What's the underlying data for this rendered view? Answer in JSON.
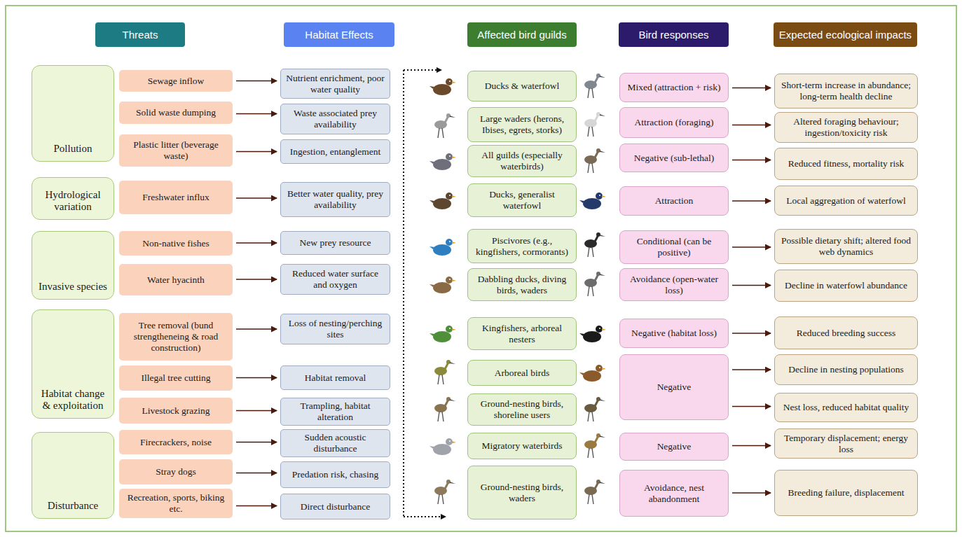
{
  "diagram": {
    "nodes": [
      {
        "text": [
          "Threats"
        ]
      },
      {
        "text": [
          "Habitat Effects"
        ]
      },
      {
        "text": [
          "Affected bird guilds"
        ]
      },
      {
        "text": [
          "Bird responses"
        ]
      },
      {
        "text": [
          "Expected ecological impacts"
        ]
      },
      {
        "text": [
          "Pollution"
        ]
      },
      {
        "text": [
          "Hydrological variation"
        ]
      },
      {
        "text": [
          "Invasive species"
        ]
      },
      {
        "text": [
          "Habitat change & exploitation"
        ]
      },
      {
        "text": [
          "Disturbance"
        ]
      },
      {
        "text": [
          "Sewage inflow"
        ]
      },
      {
        "text": [
          "Solid waste dumping"
        ]
      },
      {
        "text": [
          "Plastic litter (beverage waste)"
        ]
      },
      {
        "text": [
          "Freshwater influx"
        ]
      },
      {
        "text": [
          "Non-native fishes"
        ]
      },
      {
        "text": [
          "Water hyacinth"
        ]
      },
      {
        "text": [
          "Tree removal (bund strengtheneing & road construction)"
        ]
      },
      {
        "text": [
          "Illegal tree cutting"
        ]
      },
      {
        "text": [
          "Livestock grazing"
        ]
      },
      {
        "text": [
          "Firecrackers, noise"
        ]
      },
      {
        "text": [
          "Stray dogs"
        ]
      },
      {
        "text": [
          "Recreation, sports, biking etc."
        ]
      },
      {
        "text": [
          "Nutrient enrichment, poor water quality"
        ]
      },
      {
        "text": [
          "Waste associated prey availability"
        ]
      },
      {
        "text": [
          "Ingestion, entanglement"
        ]
      },
      {
        "text": [
          "Better water quality, prey availability"
        ]
      },
      {
        "text": [
          "New prey resource"
        ]
      },
      {
        "text": [
          "Reduced water surface and oxygen"
        ]
      },
      {
        "text": [
          "Loss of nesting/perching sites"
        ]
      },
      {
        "text": [
          "Habitat removal"
        ]
      },
      {
        "text": [
          "Trampling, habitat alteration"
        ]
      },
      {
        "text": [
          "Sudden acoustic disturbance"
        ]
      },
      {
        "text": [
          "Predation risk, chasing"
        ]
      },
      {
        "text": [
          "Direct disturbance"
        ]
      },
      {
        "text": [
          "Ducks & waterfowl"
        ]
      },
      {
        "text": [
          "Large waders (herons, Ibises, egrets, storks)"
        ]
      },
      {
        "text": [
          "All guilds (especially waterbirds)"
        ]
      },
      {
        "text": [
          "Ducks, generalist waterfowl"
        ]
      },
      {
        "text": [
          "Piscivores (e.g., kingfishers, cormorants)"
        ]
      },
      {
        "text": [
          "Dabbling ducks, diving birds, waders"
        ]
      },
      {
        "text": [
          "Kingfishers, arboreal nesters"
        ]
      },
      {
        "text": [
          "Arboreal birds"
        ]
      },
      {
        "text": [
          "Ground-nesting birds, shoreline users"
        ]
      },
      {
        "text": [
          "Migratory waterbirds"
        ]
      },
      {
        "text": [
          "Ground-nesting birds, waders"
        ]
      },
      {
        "text": [
          "Mixed (attraction + risk)"
        ]
      },
      {
        "text": [
          "Attraction (foraging)"
        ]
      },
      {
        "text": [
          "Negative (sub-lethal)"
        ]
      },
      {
        "text": [
          "Attraction"
        ]
      },
      {
        "text": [
          "Conditional (can be positive)"
        ]
      },
      {
        "text": [
          "Avoidance (open-water loss)"
        ]
      },
      {
        "text": [
          "Negative (habitat loss)"
        ]
      },
      {
        "text": [
          "Negative"
        ]
      },
      {
        "text": [
          "Negative"
        ]
      },
      {
        "text": [
          "Avoidance, nest abandonment"
        ]
      },
      {
        "text": [
          "Short-term increase in abundance; long-term health decline"
        ]
      },
      {
        "text": [
          "Altered foraging behaviour; ingestion/toxicity risk"
        ]
      },
      {
        "text": [
          "Reduced fitness, mortality risk"
        ]
      },
      {
        "text": [
          "Local aggregation of waterfowl"
        ]
      },
      {
        "text": [
          "Possible dietary shift; altered food web dynamics"
        ]
      },
      {
        "text": [
          "Decline in waterfowl abundance"
        ]
      },
      {
        "text": [
          "Reduced breeding success"
        ]
      },
      {
        "text": [
          "Decline in nesting populations"
        ]
      },
      {
        "text": [
          "Nest loss, reduced habitat quality"
        ]
      },
      {
        "text": [
          "Temporary displacement; energy loss"
        ]
      },
      {
        "text": [
          "Breeding failure, displacement"
        ]
      }
    ],
    "edges": [
      {
        "from": 10,
        "to": 22,
        "arrow": "to"
      },
      {
        "from": 11,
        "to": 23,
        "arrow": "to"
      },
      {
        "from": 12,
        "to": 24,
        "arrow": "to"
      },
      {
        "from": 13,
        "to": 25,
        "arrow": "to"
      },
      {
        "from": 14,
        "to": 26,
        "arrow": "to"
      },
      {
        "from": 15,
        "to": 27,
        "arrow": "to"
      },
      {
        "from": 16,
        "to": 28,
        "arrow": "to"
      },
      {
        "from": 17,
        "to": 29,
        "arrow": "to"
      },
      {
        "from": 18,
        "to": 30,
        "arrow": "to"
      },
      {
        "from": 19,
        "to": 31,
        "arrow": "to"
      },
      {
        "from": 20,
        "to": 32,
        "arrow": "to"
      },
      {
        "from": 21,
        "to": 33,
        "arrow": "to"
      },
      {
        "from": 45,
        "to": 55,
        "arrow": "to"
      },
      {
        "from": 46,
        "to": 56,
        "arrow": "to"
      },
      {
        "from": 47,
        "to": 57,
        "arrow": "to"
      },
      {
        "from": 48,
        "to": 58,
        "arrow": "to"
      },
      {
        "from": 49,
        "to": 59,
        "arrow": "to"
      },
      {
        "from": 50,
        "to": 60,
        "arrow": "to"
      },
      {
        "from": 51,
        "to": 61,
        "arrow": "to"
      },
      {
        "from": 52,
        "to": 62,
        "arrow": "to"
      },
      {
        "from": 52,
        "to": 63,
        "arrow": "to"
      },
      {
        "from": 53,
        "to": 64,
        "arrow": "to"
      },
      {
        "from": 54,
        "to": 65,
        "arrow": "to"
      }
    ]
  }
}
